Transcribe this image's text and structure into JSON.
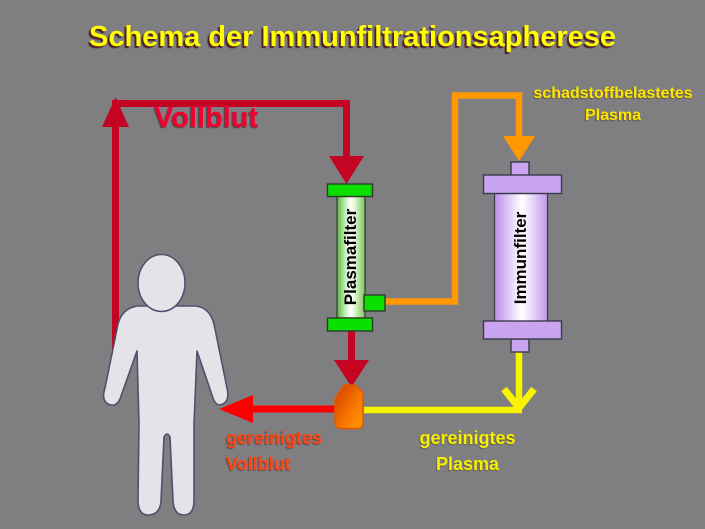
{
  "slide": {
    "title": "Schema der Immunfiltrationsapherese"
  },
  "labels": {
    "whole_blood": "Vollblut",
    "contaminated_plasma_line1": "schadstoffbelastetes",
    "contaminated_plasma_line2": "Plasma",
    "plasmafilter": "Plasmafilter",
    "immunfilter": "Immunfilter",
    "cleaned_blood_line1": "gereinigtes",
    "cleaned_blood_line2": "Vollblut",
    "cleaned_plasma_line1": "gereinigtes",
    "cleaned_plasma_line2": "Plasma"
  },
  "colors": {
    "background": "#7f7f81",
    "title_text": "#ffff00",
    "title_shadow": "#4e2028",
    "whole_blood_path": "#c30423",
    "whole_blood_text": "#f2002e",
    "cleaned_blood_arrow": "#fb0000",
    "cleaned_blood_text": "#ff4413",
    "plasma_path": "#ff9800",
    "contaminated_plasma_text": "#ffe600",
    "cleaned_plasma_path": "#f8f400",
    "cleaned_plasma_text": "#f6ef00",
    "plasmafilter_cap": "#0bdf00",
    "immunfilter_cap": "#c9a4f1",
    "person_fill": "#e3e3e8",
    "person_stroke": "#50506e",
    "bag_stroke": "#e05a00"
  }
}
